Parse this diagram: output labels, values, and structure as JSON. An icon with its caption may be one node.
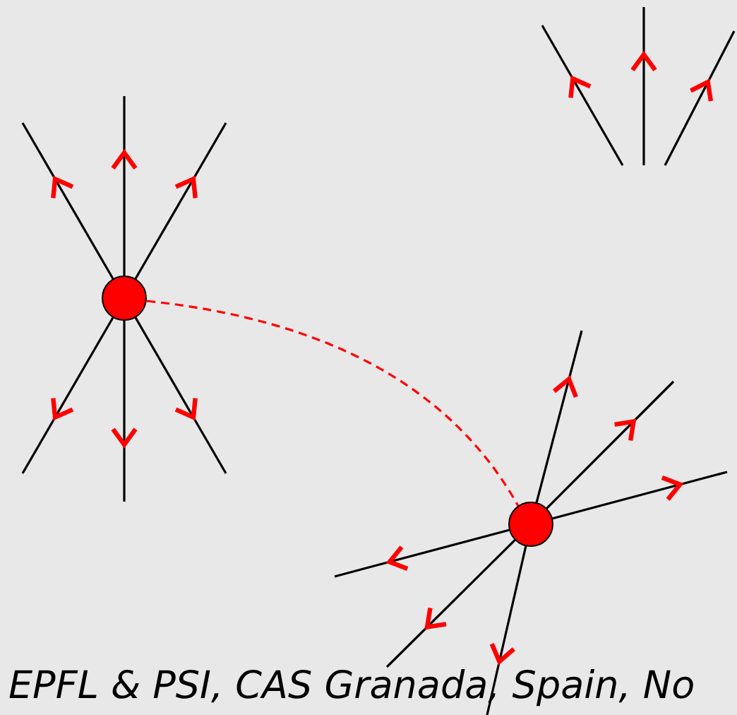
{
  "diagram": {
    "nodes": [
      {
        "text": [],
        "shape": "circle"
      },
      {
        "text": [],
        "shape": "circle"
      }
    ],
    "edges": [
      {
        "from": 0,
        "to": 1,
        "arrow": "none",
        "style": "dashed"
      }
    ],
    "labels": [
      "EPFL & PSI, CAS Granada, Spain, No"
    ]
  }
}
